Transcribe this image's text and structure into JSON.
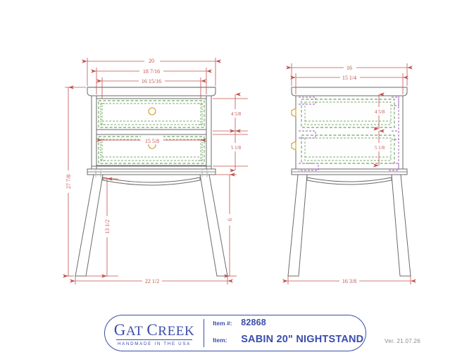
{
  "document": {
    "type": "shop-drawing",
    "version_text": "Ver. 21.07.26"
  },
  "title_block": {
    "brand_line1_a": "G",
    "brand_line1_b": "AT ",
    "brand_line1_c": "C",
    "brand_line1_d": "REEK",
    "brand_tagline": "HANDMADE IN THE USA",
    "item_number_label": "Item #:",
    "item_number_value": "82868",
    "item_label": "Item:",
    "item_value": "SABIN 20\" NIGHTSTAND"
  },
  "views": {
    "front": {
      "name": "front-elevation",
      "dimensions": {
        "top_overall_width": "20",
        "top_case_width": "18 7/16",
        "top_inner_width": "16 15/16",
        "drawer_interior_width": "15 5/8",
        "overall_height": "27 7/8",
        "leg_height": "13 1/2",
        "base_to_apron": "6",
        "bottom_spread_width": "22 1/2",
        "upper_drawer_height": "4 5/8",
        "lower_drawer_height": "5 1/8"
      }
    },
    "side": {
      "name": "side-elevation",
      "dimensions": {
        "top_overall_depth": "16",
        "top_case_depth": "15 1/4",
        "bottom_spread_depth": "16 3/8",
        "upper_drawer_height": "4 5/8",
        "lower_drawer_height": "5 1/8"
      }
    }
  },
  "colors": {
    "brand_blue": "#3b4da8",
    "dimension_red": "#c0504d",
    "outline_gray": "#6b6b6b",
    "drawer_green": "#4f8f3f",
    "hardware_purple": "#9b59b6",
    "knob_orange": "#d09a2a",
    "version_gray": "#8a8a8a"
  }
}
